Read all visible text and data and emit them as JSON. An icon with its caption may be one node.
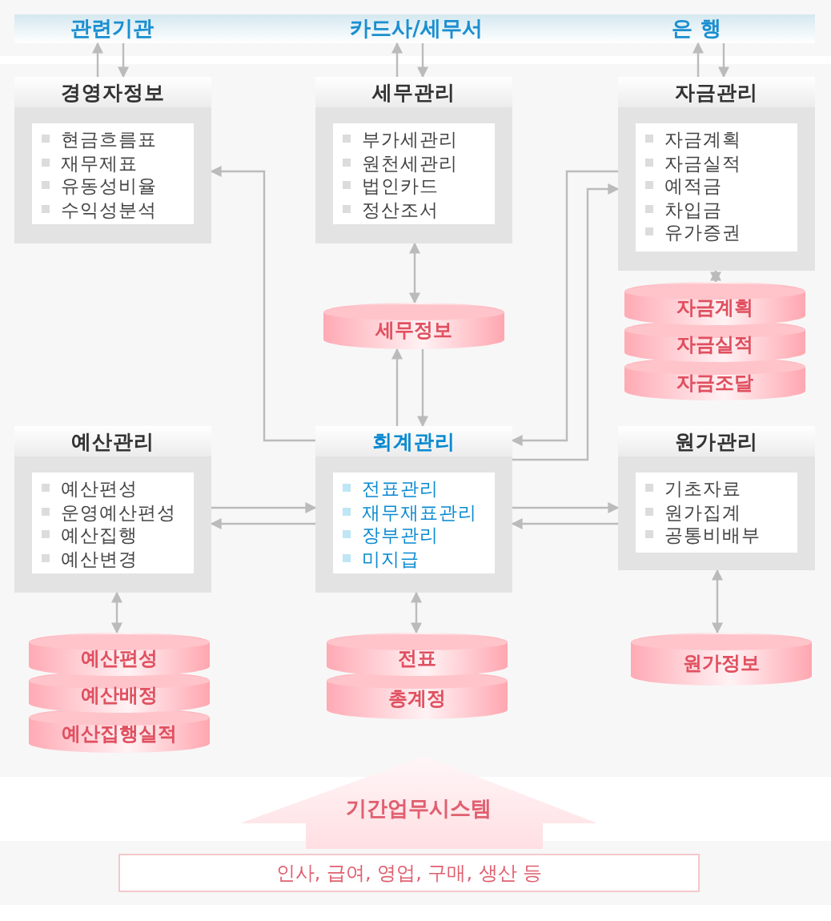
{
  "diagram": {
    "nodes": [
      {
        "text": [
          "관련기관"
        ]
      },
      {
        "text": [
          "카드사/세무서"
        ]
      },
      {
        "text": [
          "은 행"
        ]
      },
      {
        "text": [
          "경영자정보",
          "현금흐름표",
          "재무제표",
          "유동성비율",
          "수익성분석"
        ]
      },
      {
        "text": [
          "세무관리",
          "부가세관리",
          "원천세관리",
          "법인카드",
          "정산조서"
        ]
      },
      {
        "text": [
          "자금관리",
          "자금계획",
          "자금실적",
          "예적금",
          "차입금",
          "유가증권"
        ]
      },
      {
        "text": [
          "세무정보"
        ]
      },
      {
        "text": [
          "자금계획"
        ]
      },
      {
        "text": [
          "자금실적"
        ]
      },
      {
        "text": [
          "자금조달"
        ]
      },
      {
        "text": [
          "예산관리",
          "예산편성",
          "운영예산편성",
          "예산집행",
          "예산변경"
        ]
      },
      {
        "text": [
          "회계관리",
          "전표관리",
          "재무재표관리",
          "장부관리",
          "미지급"
        ]
      },
      {
        "text": [
          "원가관리",
          "기초자료",
          "원가집계",
          "공통비배부"
        ]
      },
      {
        "text": [
          "예산편성"
        ]
      },
      {
        "text": [
          "예산배정"
        ]
      },
      {
        "text": [
          "예산집행실적"
        ]
      },
      {
        "text": [
          "전표"
        ]
      },
      {
        "text": [
          "총계정"
        ]
      },
      {
        "text": [
          "원가정보"
        ]
      },
      {
        "text": [
          "기간업무시스템"
        ]
      },
      {
        "text": [
          "인사, 급여, 영업, 구매, 생산 등"
        ]
      }
    ],
    "edges": [
      {
        "from": 3,
        "to": 0,
        "arrow": "to"
      },
      {
        "from": 0,
        "to": 3,
        "arrow": "to"
      },
      {
        "from": 4,
        "to": 1,
        "arrow": "to"
      },
      {
        "from": 1,
        "to": 4,
        "arrow": "to"
      },
      {
        "from": 5,
        "to": 2,
        "arrow": "to"
      },
      {
        "from": 2,
        "to": 5,
        "arrow": "to"
      },
      {
        "from": 4,
        "to": 6,
        "arrow": "both"
      },
      {
        "from": 11,
        "to": 6,
        "arrow": "to"
      },
      {
        "from": 6,
        "to": 11,
        "arrow": "to"
      },
      {
        "from": 11,
        "to": 3,
        "arrow": "to"
      },
      {
        "from": 5,
        "to": 11,
        "arrow": "to"
      },
      {
        "from": 11,
        "to": 5,
        "arrow": "to"
      },
      {
        "from": 5,
        "to": 7,
        "arrow": "both"
      },
      {
        "from": 10,
        "to": 11,
        "arrow": "to"
      },
      {
        "from": 11,
        "to": 10,
        "arrow": "to"
      },
      {
        "from": 11,
        "to": 12,
        "arrow": "to"
      },
      {
        "from": 12,
        "to": 11,
        "arrow": "to"
      },
      {
        "from": 10,
        "to": 13,
        "arrow": "both"
      },
      {
        "from": 11,
        "to": 16,
        "arrow": "both"
      },
      {
        "from": 12,
        "to": 18,
        "arrow": "both"
      }
    ]
  }
}
